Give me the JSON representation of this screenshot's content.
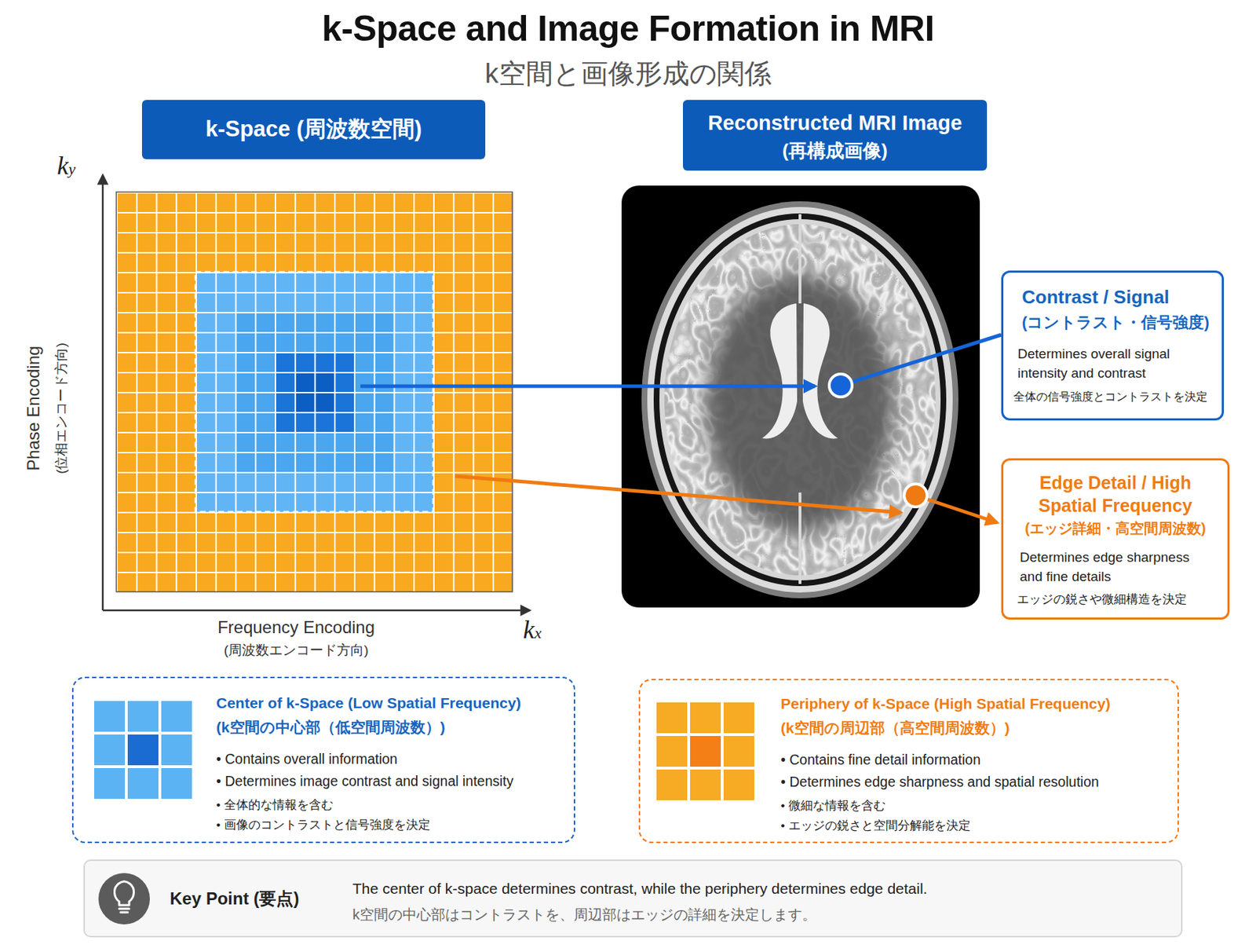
{
  "diagram": {
    "title": "k-Space and Image Formation in MRI",
    "nodes": [
      {
        "text": [
          "k-Space (周波数空間)"
        ]
      },
      {
        "text": [
          "Reconstructed MRI Image",
          "(再構成画像)"
        ]
      },
      {
        "text": [
          "Contrast / Signal",
          "(コントラスト・信号強度)",
          "Determines overall signal intensity and contrast",
          "全体の信号強度とコントラストを決定"
        ]
      },
      {
        "text": [
          "Edge Detail / High Spatial Frequency",
          "(エッジ詳細・高空間周波数)",
          "Determines edge sharpness and fine details",
          "エッジの鋭さや微細構造を決定"
        ]
      },
      {
        "text": [
          "Center of k-Space (Low Spatial Frequency)",
          "(k空間の中心部（低空間周波数）)",
          "• Contains overall information",
          "• Determines image contrast and signal intensity",
          "• 全体的な情報を含む",
          "• 画像のコントラストと信号強度を決定"
        ]
      },
      {
        "text": [
          "Periphery of k-Space (High Spatial Frequency)",
          "(k空間の周辺部（高空間周波数）)",
          "• Contains fine detail information",
          "• Determines edge sharpness and spatial resolution",
          "• 微細な情報を含む",
          "• エッジの鋭さと空間分解能を決定"
        ]
      },
      {
        "text": [
          "Key Point (要点)",
          "The center of k-space determines contrast, while the periphery determines edge detail.",
          "k空間の中心部はコントラストを、周辺部はエッジの詳細を決定します。"
        ]
      }
    ],
    "labels": [
      "k空間と画像形成の関係",
      "ky",
      "Phase Encoding",
      "(位相エンコード方向)",
      "Frequency Encoding",
      "(周波数エンコード方向)",
      "kx"
    ]
  }
}
